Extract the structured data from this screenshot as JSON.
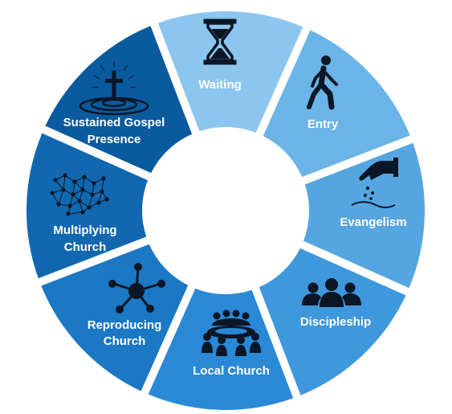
{
  "segments": [
    {
      "id": "waiting",
      "label_lines": [
        "Waiting"
      ],
      "color": "#8cc6ee",
      "icon": "hourglass-icon"
    },
    {
      "id": "entry",
      "label_lines": [
        "Entry"
      ],
      "color": "#6ab4e8",
      "icon": "walking-person-icon"
    },
    {
      "id": "evangelism",
      "label_lines": [
        "Evangelism"
      ],
      "color": "#55a6e0",
      "icon": "sowing-hand-icon"
    },
    {
      "id": "discipleship",
      "label_lines": [
        "Discipleship"
      ],
      "color": "#3f98dc",
      "icon": "group-icon"
    },
    {
      "id": "local-church",
      "label_lines": [
        "Local Church"
      ],
      "color": "#2a89d6",
      "icon": "meeting-table-icon"
    },
    {
      "id": "reproducing-church",
      "label_lines": [
        "Reproducing",
        "Church"
      ],
      "color": "#1a78c4",
      "icon": "hub-network-icon"
    },
    {
      "id": "multiplying-church",
      "label_lines": [
        "Multiplying",
        "Church"
      ],
      "color": "#1268b0",
      "icon": "network-mesh-icon"
    },
    {
      "id": "sustained-gospel-presence",
      "label_lines": [
        "Sustained Gospel",
        "Presence"
      ],
      "color": "#0a5a9e",
      "icon": "cross-ripple-icon"
    }
  ]
}
